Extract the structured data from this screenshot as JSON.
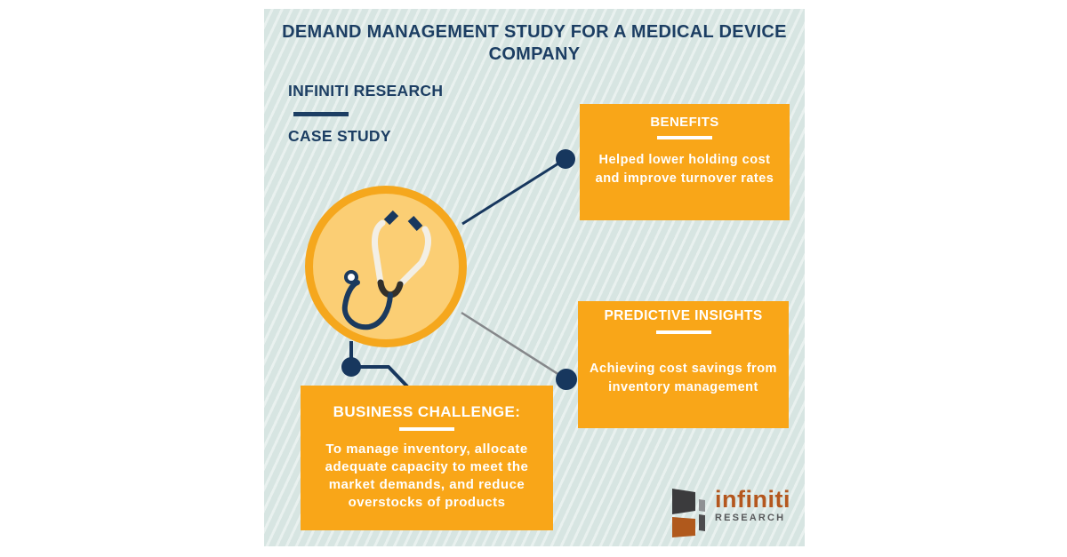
{
  "header": {
    "title": "DEMAND MANAGEMENT STUDY FOR A MEDICAL DEVICE\nCOMPANY"
  },
  "brand": {
    "company": "INFINITI RESEARCH",
    "type": "CASE STUDY"
  },
  "cards": {
    "benefits": {
      "title": "BENEFITS",
      "body": "Helped lower holding cost\nand improve turnover rates"
    },
    "predictive": {
      "title": "PREDICTIVE INSIGHTS",
      "body": "Achieving cost savings from\ninventory management"
    },
    "challenge": {
      "title": "BUSINESS CHALLENGE:",
      "body": "To manage inventory, allocate\nadequate capacity to meet the\nmarket demands, and reduce\noverstocks of products"
    }
  },
  "illustration": {
    "icon": "stethoscope-icon"
  },
  "logo": {
    "name": "infiniti",
    "sub": "RESEARCH"
  },
  "colors": {
    "panel_background": "#d7e5e2",
    "navy": "#1c3e63",
    "card_orange": "#f9a618",
    "circle_fill": "#fbce74",
    "circle_border": "#f5a71d",
    "gray_connector": "#85878a",
    "logo_orange": "#b4571e",
    "logo_gray": "#58595b"
  }
}
